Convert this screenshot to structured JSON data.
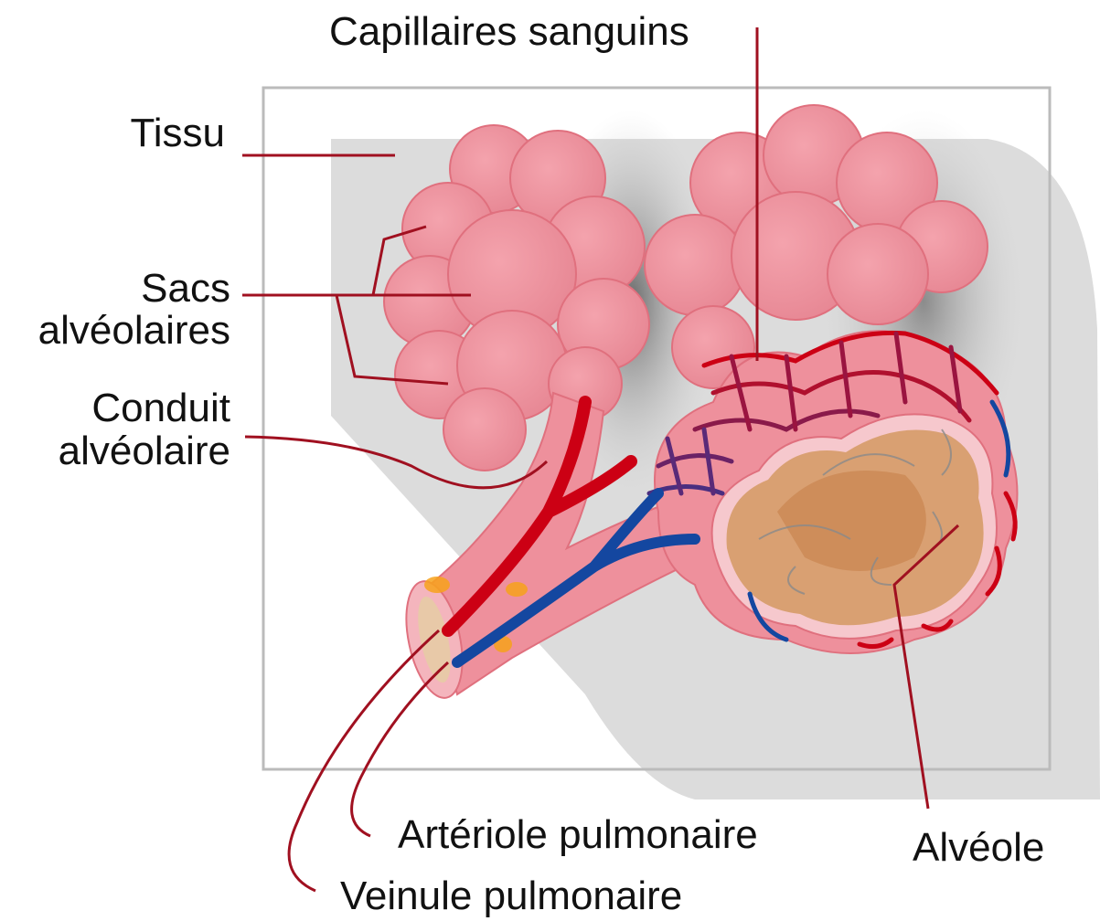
{
  "labels": {
    "capillaries": "Capillaires sanguins",
    "tissue": "Tissu",
    "sacs_line1": "Sacs",
    "sacs_line2": "alvéolaires",
    "duct_line1": "Conduit",
    "duct_line2": "alvéolaire",
    "arteriole": "Artériole pulmonaire",
    "venule": "Veinule pulmonaire",
    "alveolus": "Alvéole"
  },
  "colors": {
    "tissue_gray": "#dcdcdc",
    "frame_gray": "#bbbbbb",
    "sac_pink": "#ee909c",
    "sac_outline": "#e0707e",
    "artery_red": "#cc0014",
    "vein_blue": "#1447a0",
    "leader_line": "#a01020",
    "alveolus_tan": "#d9a072",
    "fat_orange": "#f7a21b"
  }
}
